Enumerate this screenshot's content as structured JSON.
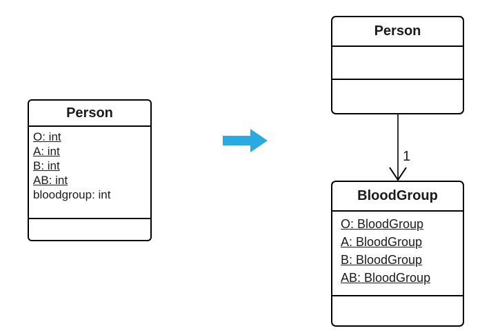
{
  "colors": {
    "background": "#ffffff",
    "line": "#000000",
    "transform_arrow": "#29ABE2"
  },
  "before": {
    "person_class": {
      "title": "Person",
      "attributes": [
        {
          "text": "O: int",
          "static_underlined": true
        },
        {
          "text": "A: int",
          "static_underlined": true
        },
        {
          "text": "B: int",
          "static_underlined": true
        },
        {
          "text": "AB: int",
          "static_underlined": true
        },
        {
          "text": "bloodgroup: int",
          "static_underlined": false
        }
      ],
      "methods": []
    }
  },
  "transform": {
    "icon": "right-block-arrow"
  },
  "after": {
    "person_class": {
      "title": "Person",
      "attributes": [],
      "methods": []
    },
    "association": {
      "multiplicity": "1",
      "direction": "person-to-bloodgroup"
    },
    "bloodgroup_class": {
      "title": "BloodGroup",
      "attributes": [
        {
          "text": "O: BloodGroup",
          "static_underlined": true
        },
        {
          "text": "A: BloodGroup",
          "static_underlined": true
        },
        {
          "text": "B: BloodGroup",
          "static_underlined": true
        },
        {
          "text": "AB: BloodGroup",
          "static_underlined": true
        }
      ],
      "methods": []
    }
  }
}
